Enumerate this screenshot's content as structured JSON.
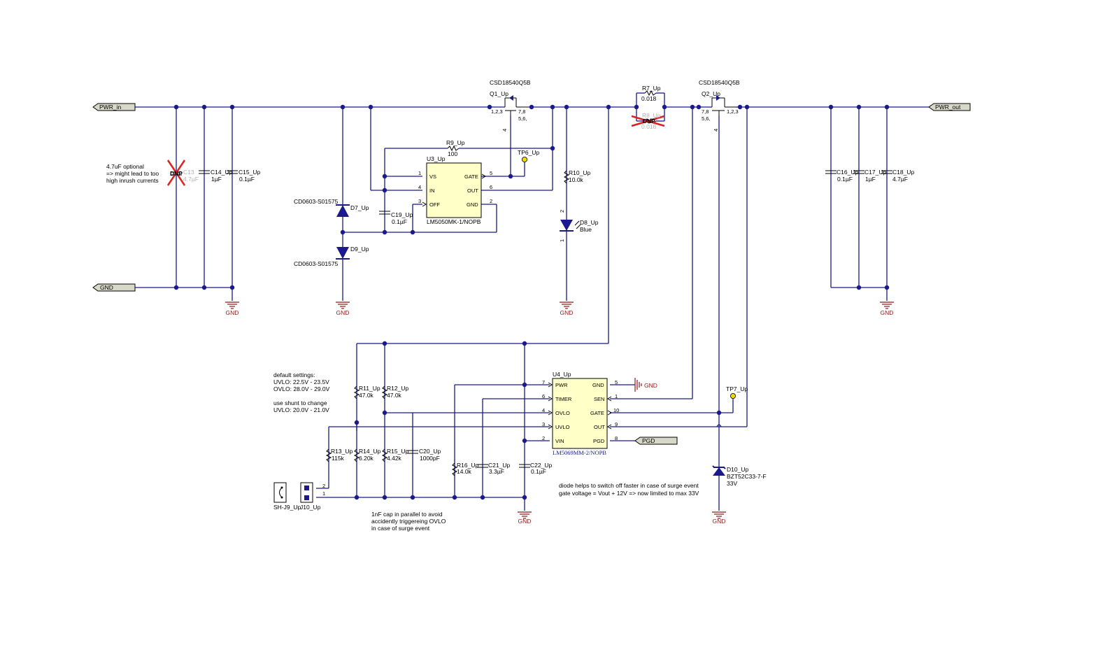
{
  "ports": {
    "pwr_in": "PWR_in",
    "pwr_out": "PWR_out",
    "gnd": "GND",
    "pgd": "PGD"
  },
  "ground_label": "GND",
  "notes": {
    "inrush": [
      "4.7uF optional",
      "=> might lead to too",
      "high inrush currents"
    ],
    "settings": [
      "default settings:",
      "UVLO: 22.5V - 23.5V",
      "OVLO: 28.0V - 29.0V"
    ],
    "shunt": [
      "use shunt to change",
      "UVLO: 20.0V - 21.0V"
    ],
    "cap": [
      "1nF cap in parallel to avoid",
      "accidently triggereing OVLO",
      "in case of surge event"
    ],
    "diode": [
      "diode helps to switch off faster in case of surge event",
      "gate voltage = Vout + 12V => now limited to max 33V"
    ]
  },
  "components": {
    "q1": {
      "part": "CSD18540Q5B",
      "ref": "Q1_Up",
      "pin_s": "1,2,3",
      "pin_d": "7,8",
      "pin_d2": "5,6,",
      "pin_g": "4"
    },
    "q2": {
      "part": "CSD18540Q5B",
      "ref": "Q2_Up",
      "pin_s": "1,2,3",
      "pin_d": "7,8",
      "pin_d2": "5,6,",
      "pin_g": "4"
    },
    "r7": {
      "ref": "R7_Up",
      "value": "0.018"
    },
    "r8": {
      "ref": "R8_Up",
      "value": "0.018",
      "dnp": "DNP"
    },
    "r9": {
      "ref": "R9_Up",
      "value": "100"
    },
    "r10": {
      "ref": "R10_Up",
      "value": "10.0k"
    },
    "r11": {
      "ref": "R11_Up",
      "value": "47.0k"
    },
    "r12": {
      "ref": "R12_Up",
      "value": "47.0k"
    },
    "r13": {
      "ref": "R13_Up",
      "value": "115k"
    },
    "r14": {
      "ref": "R14_Up",
      "value": "6.20k"
    },
    "r15": {
      "ref": "R15_Up",
      "value": "4.42k"
    },
    "r16": {
      "ref": "R16_Up",
      "value": "14.0k"
    },
    "c13": {
      "ref": "C13",
      "value": "4.7µF",
      "dnp": "DNP"
    },
    "c14": {
      "ref": "C14_Up",
      "value": "1µF"
    },
    "c15": {
      "ref": "C15_Up",
      "value": "0.1µF"
    },
    "c16": {
      "ref": "C16_Up",
      "value": "0.1µF"
    },
    "c17": {
      "ref": "C17_Up",
      "value": "1µF"
    },
    "c18": {
      "ref": "C18_Up",
      "value": "4.7µF"
    },
    "c19": {
      "ref": "C19_Up",
      "value": "0.1µF"
    },
    "c20": {
      "ref": "C20_Up",
      "value": "1000pF"
    },
    "c21": {
      "ref": "C21_Up",
      "value": "3.3µF"
    },
    "c22": {
      "ref": "C22_Up",
      "value": "0.1µF"
    },
    "d7": {
      "ref": "D7_Up",
      "part": "CD0603-S01575"
    },
    "d8": {
      "ref": "D8_Up",
      "value": "Blue",
      "pin_a": "2",
      "pin_k": "1"
    },
    "d9": {
      "ref": "D9_Up",
      "part": "CD0603-S01575"
    },
    "d10": {
      "ref": "D10_Up",
      "part": "BZT52C33-7-F",
      "value": "33V"
    },
    "tp6": {
      "ref": "TP6_Up"
    },
    "tp7": {
      "ref": "TP7_Up"
    },
    "j9": {
      "ref": "SH-J9_Up"
    },
    "j10": {
      "ref": "J10_Up",
      "pin2": "2",
      "pin1": "1"
    },
    "u3": {
      "ref": "U3_Up",
      "part": "LM5050MK-1/NOPB",
      "pins_left": [
        {
          "num": "1",
          "name": "VS"
        },
        {
          "num": "4",
          "name": "IN"
        },
        {
          "num": "3",
          "name": "OFF"
        }
      ],
      "pins_right": [
        {
          "num": "5",
          "name": "GATE"
        },
        {
          "num": "6",
          "name": "OUT"
        },
        {
          "num": "2",
          "name": "GND"
        }
      ]
    },
    "u4": {
      "ref": "U4_Up",
      "part": "LM5069MM-2/NOPB",
      "pins_left": [
        {
          "num": "7",
          "name": "PWR"
        },
        {
          "num": "6",
          "name": "TIMER"
        },
        {
          "num": "4",
          "name": "OVLO"
        },
        {
          "num": "3",
          "name": "UVLO"
        },
        {
          "num": "2",
          "name": "VIN"
        }
      ],
      "pins_right": [
        {
          "num": "5",
          "name": "GND"
        },
        {
          "num": "1",
          "name": "SEN"
        },
        {
          "num": "10",
          "name": "GATE"
        },
        {
          "num": "9",
          "name": "OUT"
        },
        {
          "num": "8",
          "name": "PGD"
        }
      ]
    }
  },
  "colors": {
    "wire": "#1a1a8c",
    "ground": "#8b1a1a",
    "ic_fill": "#ffffc8",
    "dnp_cross": "#e02020",
    "testpoint": "#f0d800"
  }
}
